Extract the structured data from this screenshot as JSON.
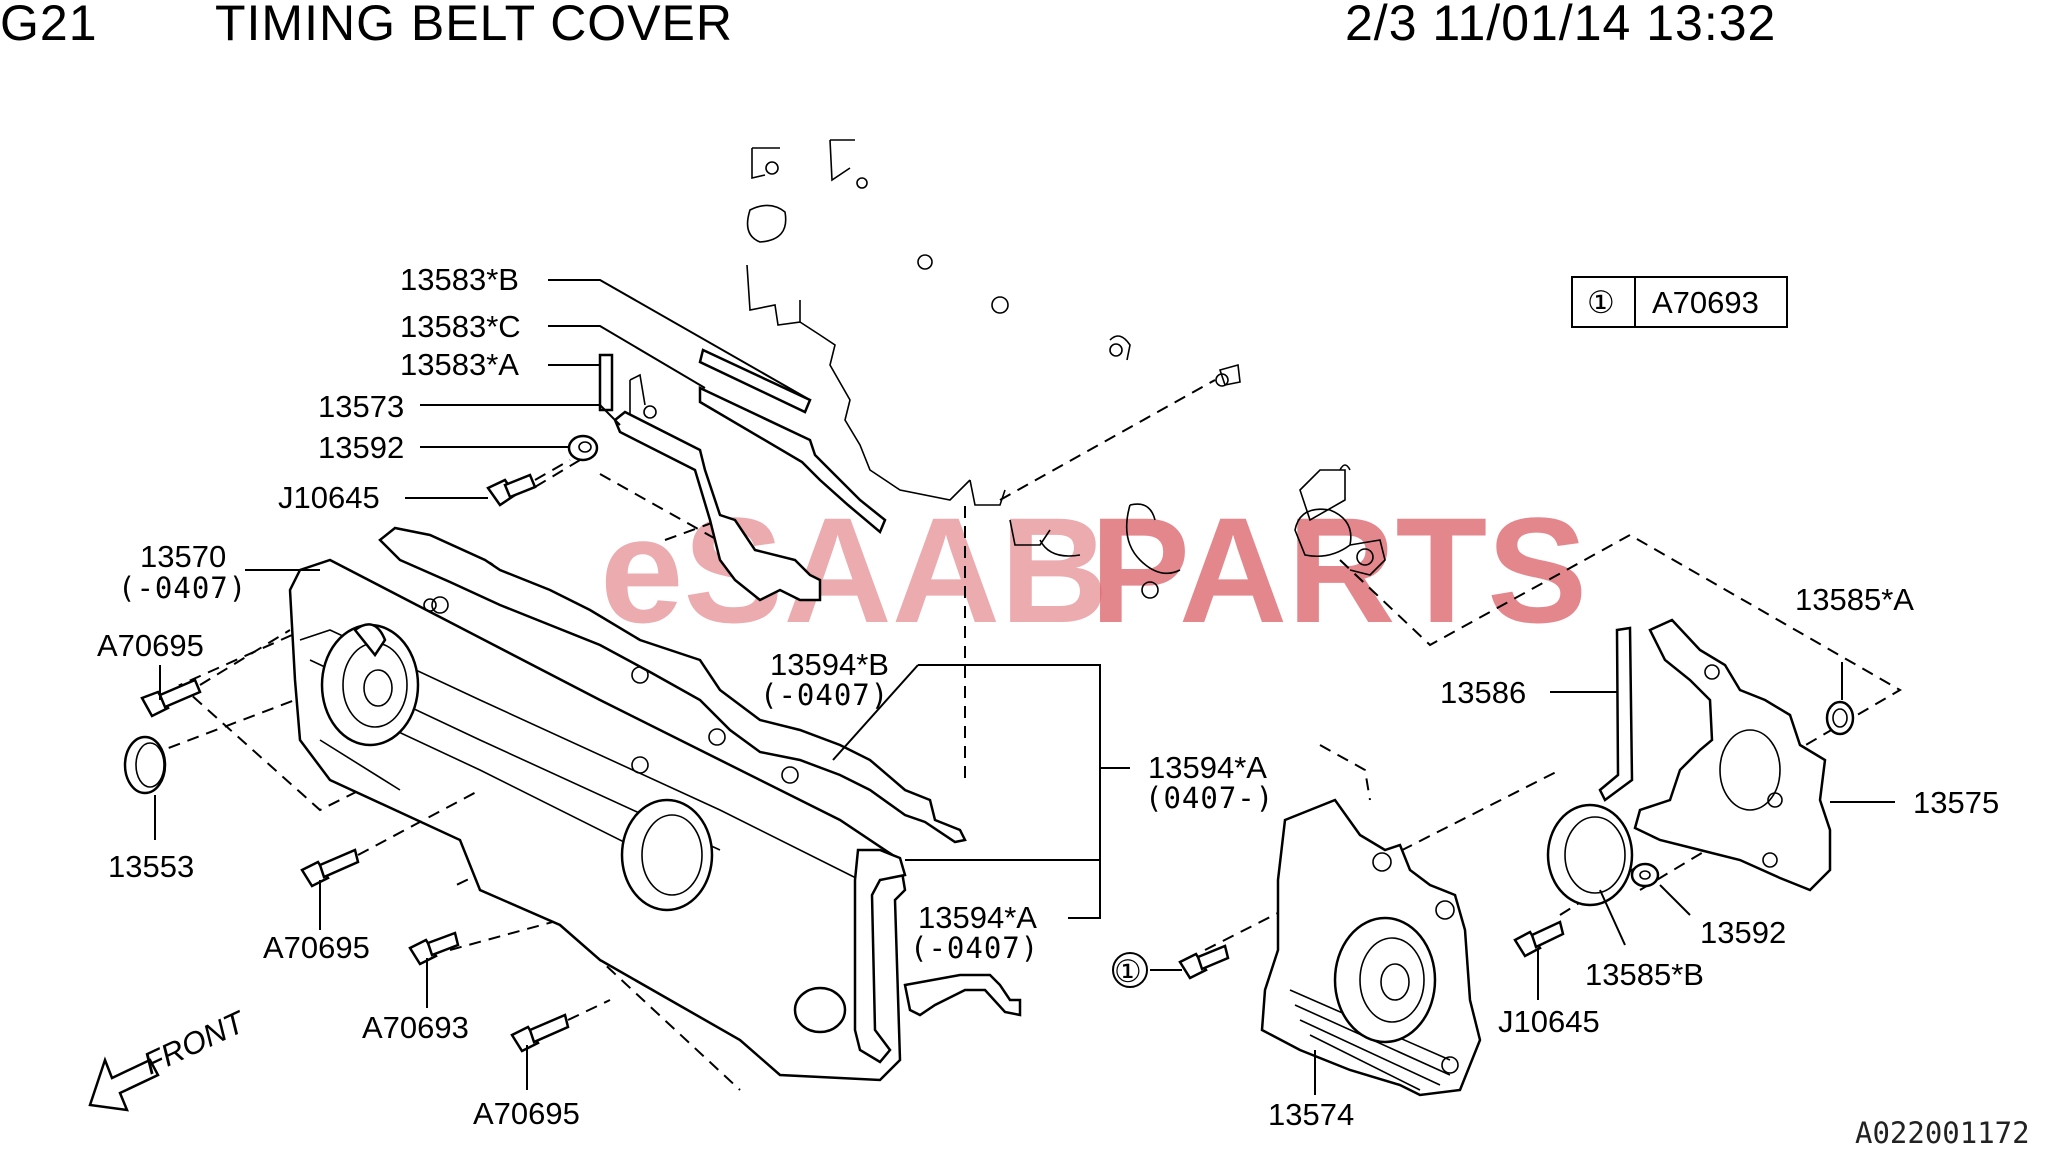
{
  "header": {
    "code": "G21",
    "title": "TIMING BELT COVER",
    "page_info": "2/3 11/01/14 13:32"
  },
  "legend": {
    "marker": "①",
    "part": "A70693"
  },
  "labels": {
    "p13583B": "13583*B",
    "p13583C": "13583*C",
    "p13583A": "13583*A",
    "p13573": "13573",
    "p13592_top": "13592",
    "pJ10645_top": "J10645",
    "p13570": "13570",
    "p13570_range": "(-0407)",
    "pA70695_a": "A70695",
    "p13553": "13553",
    "pA70695_b": "A70695",
    "pA70693": "A70693",
    "pA70695_c": "A70695",
    "p13594B": "13594*B",
    "p13594B_range": "(-0407)",
    "p13594A_r": "13594*A",
    "p13594A_r_range": "(0407-)",
    "p13594A_b": "13594*A",
    "p13594A_b_range": "(-0407)",
    "p13586": "13586",
    "p13585A": "13585*A",
    "p13575": "13575",
    "p13592_right": "13592",
    "p13585B": "13585*B",
    "pJ10645_right": "J10645",
    "p13574": "13574",
    "marker_1": "①"
  },
  "front_label": "FRONT",
  "watermark": {
    "part1": "eSAAB",
    "part2": "PARTS"
  },
  "diagram_code": "A022001172"
}
